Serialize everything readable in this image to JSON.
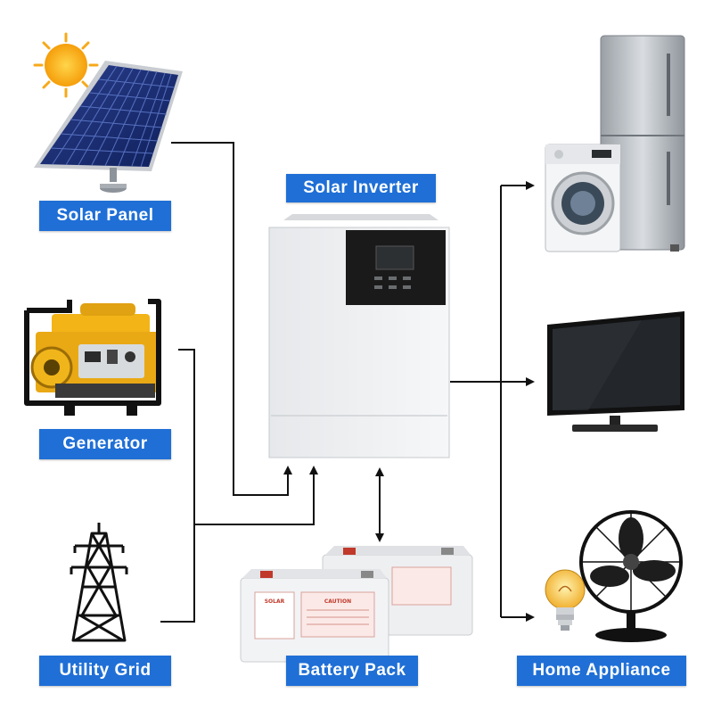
{
  "labels": {
    "solar_panel": "Solar Panel",
    "generator": "Generator",
    "utility_grid": "Utility Grid",
    "solar_inverter": "Solar Inverter",
    "battery_pack": "Battery Pack",
    "home_appliance": "Home Appliance"
  },
  "battery": {
    "brand": "SOLAR",
    "caution": "CAUTION"
  },
  "colors": {
    "label_bg": "#1f6fd6",
    "label_text": "#ffffff",
    "connector": "#111111"
  },
  "icons": [
    "sun-icon",
    "solar-panel-icon",
    "generator-icon",
    "transmission-tower-icon",
    "inverter-icon",
    "battery-icon",
    "refrigerator-icon",
    "washing-machine-icon",
    "television-icon",
    "fan-icon",
    "light-bulb-icon"
  ]
}
